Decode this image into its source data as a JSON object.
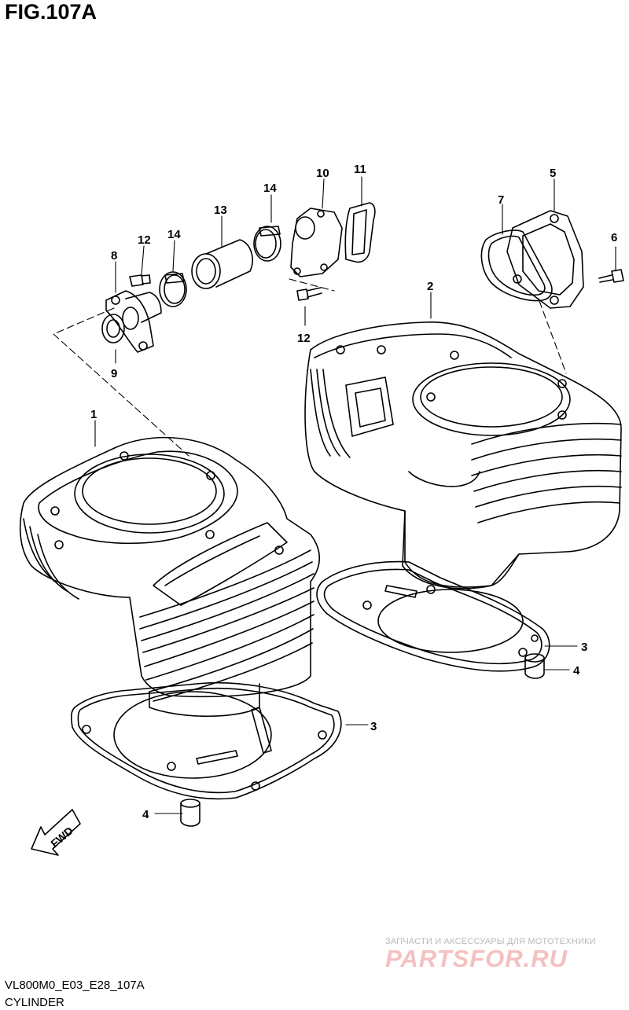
{
  "figure": {
    "title": "FIG.107A",
    "code": "VL800M0_E03_E28_107A",
    "name": "CYLINDER"
  },
  "callouts": {
    "c1": "1",
    "c2": "2",
    "c3a": "3",
    "c3b": "3",
    "c4a": "4",
    "c4b": "4",
    "c5": "5",
    "c6": "6",
    "c7": "7",
    "c8": "8",
    "c9": "9",
    "c10": "10",
    "c11": "11",
    "c12a": "12",
    "c12b": "12",
    "c13": "13",
    "c14a": "14",
    "c14b": "14"
  },
  "fwd_label": "FWD",
  "watermark": {
    "tagline": "ЗАПЧАСТИ И АКСЕССУАРЫ ДЛЯ МОТОТЕХНИКИ",
    "brand": "PARTSFOR.RU"
  }
}
